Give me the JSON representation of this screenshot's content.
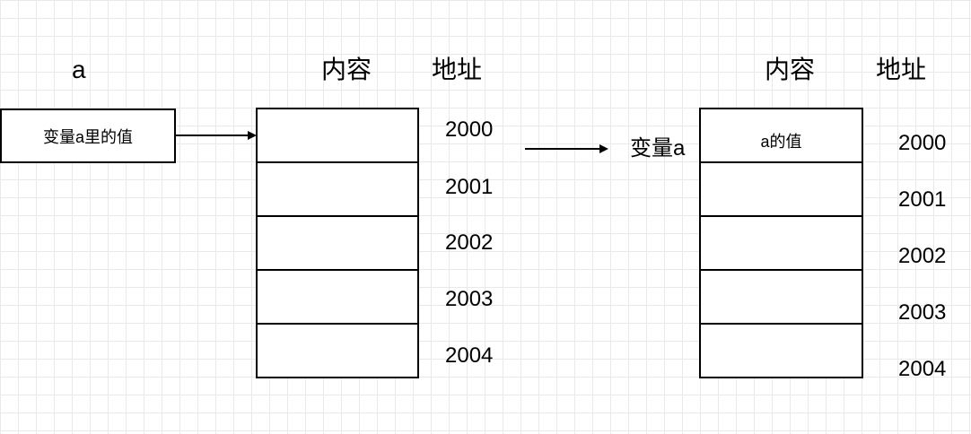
{
  "left": {
    "variable_label": "a",
    "variable_box_text": "变量a里的值",
    "content_header": "内容",
    "address_header": "地址",
    "cells": [
      "",
      "",
      "",
      "",
      ""
    ],
    "addresses": [
      "2000",
      "2001",
      "2002",
      "2003",
      "2004"
    ]
  },
  "right": {
    "variable_label": "变量a",
    "content_header": "内容",
    "address_header": "地址",
    "cells": [
      "a的值",
      "",
      "",
      "",
      ""
    ],
    "addresses": [
      "2000",
      "2001",
      "2002",
      "2003",
      "2004"
    ]
  }
}
